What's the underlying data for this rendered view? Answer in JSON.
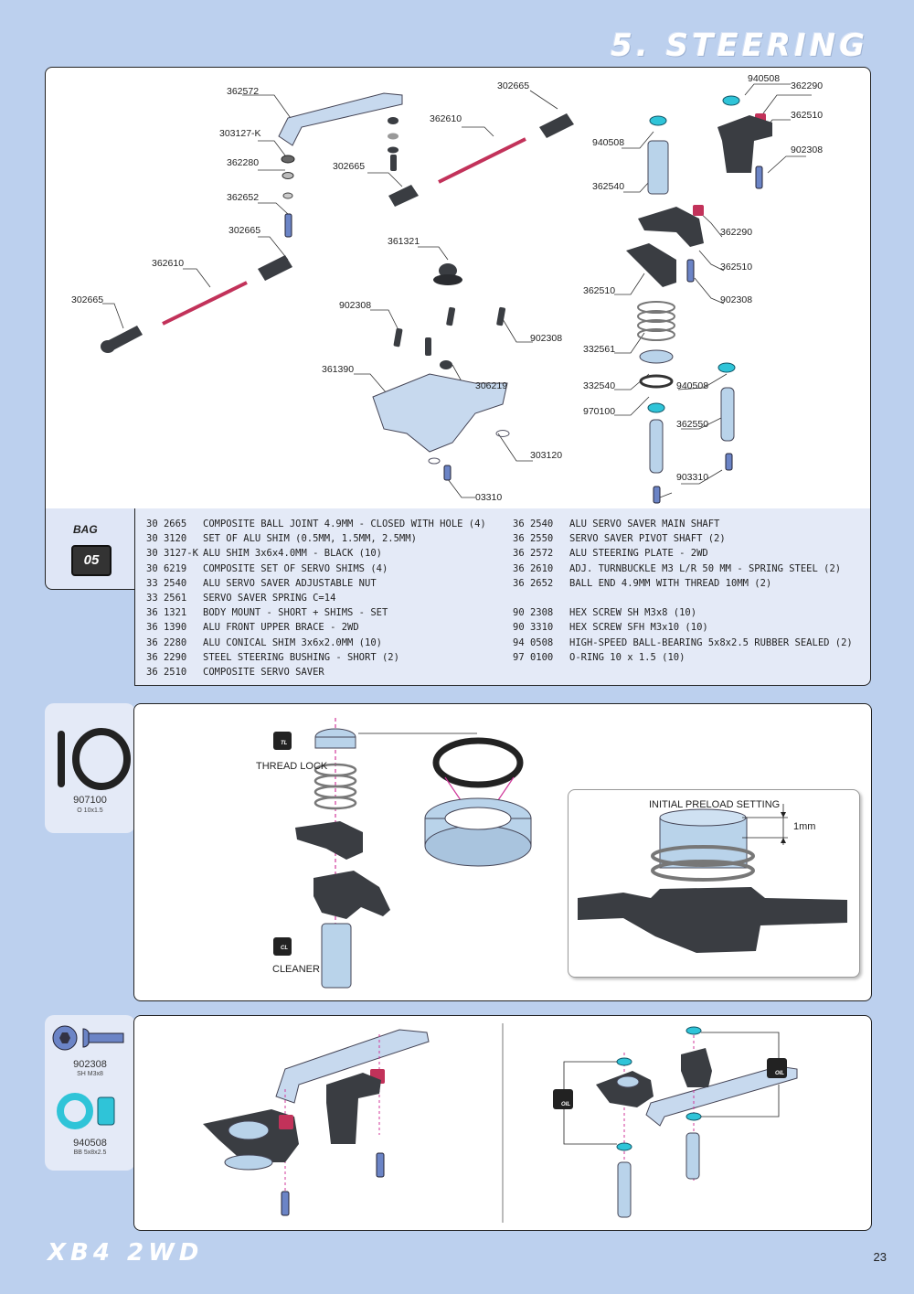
{
  "page": {
    "title": "5. STEERING",
    "footer_brand": "XB4 2WD",
    "page_number": "23"
  },
  "bag": {
    "label": "BAG",
    "number": "05"
  },
  "diagram_labels": [
    "362572",
    "302665",
    "940508",
    "362290",
    "303127-K",
    "362610",
    "362510",
    "940508",
    "902308",
    "362280",
    "302665",
    "362540",
    "362652",
    "362290",
    "302665",
    "361321",
    "362510",
    "362610",
    "362510",
    "902308",
    "302665",
    "902308",
    "902308",
    "332561",
    "361390",
    "306219",
    "332540",
    "940508",
    "970100",
    "362550",
    "303120",
    "903310",
    "03310"
  ],
  "parts_left": [
    {
      "code": "30 2665",
      "desc": "COMPOSITE BALL JOINT 4.9MM - CLOSED WITH HOLE (4)"
    },
    {
      "code": "30 3120",
      "desc": "SET OF ALU SHIM (0.5MM, 1.5MM, 2.5MM)"
    },
    {
      "code": "30 3127-K",
      "desc": "ALU SHIM 3x6x4.0MM - BLACK (10)"
    },
    {
      "code": "30 6219",
      "desc": "COMPOSITE SET OF SERVO SHIMS (4)"
    },
    {
      "code": "33 2540",
      "desc": "ALU SERVO SAVER ADJUSTABLE NUT"
    },
    {
      "code": "33 2561",
      "desc": "SERVO SAVER SPRING C=14"
    },
    {
      "code": "36 1321",
      "desc": "BODY MOUNT - SHORT + SHIMS - SET"
    },
    {
      "code": "36 1390",
      "desc": "ALU FRONT UPPER BRACE - 2WD"
    },
    {
      "code": "36 2280",
      "desc": "ALU CONICAL SHIM 3x6x2.0MM (10)"
    },
    {
      "code": "36 2290",
      "desc": "STEEL STEERING BUSHING - SHORT (2)"
    },
    {
      "code": "36 2510",
      "desc": "COMPOSITE SERVO SAVER"
    }
  ],
  "parts_right": [
    {
      "code": "36 2540",
      "desc": "ALU SERVO SAVER MAIN SHAFT"
    },
    {
      "code": "36 2550",
      "desc": "SERVO SAVER PIVOT SHAFT (2)"
    },
    {
      "code": "36 2572",
      "desc": "ALU STEERING PLATE - 2WD"
    },
    {
      "code": "36 2610",
      "desc": "ADJ. TURNBUCKLE M3 L/R 50 MM  - SPRING STEEL (2)"
    },
    {
      "code": "36 2652",
      "desc": "BALL END 4.9MM WITH THREAD 10MM (2)"
    },
    {
      "code": "",
      "desc": ""
    },
    {
      "code": "90 2308",
      "desc": "HEX SCREW SH M3x8  (10)"
    },
    {
      "code": "90 3310",
      "desc": "HEX SCREW  SFH M3x10  (10)"
    },
    {
      "code": "94 0508",
      "desc": "HIGH-SPEED BALL-BEARING 5x8x2.5 RUBBER SEALED  (2)"
    },
    {
      "code": "97 0100",
      "desc": "O-RING 10 x 1.5  (10)"
    }
  ],
  "step1": {
    "side_part_number": "907100",
    "side_part_spec": "O 10x1.5",
    "thread_lock_label": "THREAD LOCK",
    "thread_lock_badge": "TL",
    "cleaner_label": "CLEANER",
    "cleaner_badge": "CL",
    "preload_title": "INITIAL PRELOAD SETTING",
    "preload_value": "1mm"
  },
  "step2": {
    "screw_number": "902308",
    "screw_spec": "SH M3x8",
    "bearing_number": "940508",
    "bearing_spec": "BB 5x8x2.5",
    "oil_badge": "OIL"
  },
  "colors": {
    "background": "#bcd0ee",
    "panel": "#ffffff",
    "accent_cyan": "#2fc4d8",
    "accent_red": "#c2325a",
    "part_dark": "#3a3d42",
    "alu": "#b9d3ea"
  }
}
